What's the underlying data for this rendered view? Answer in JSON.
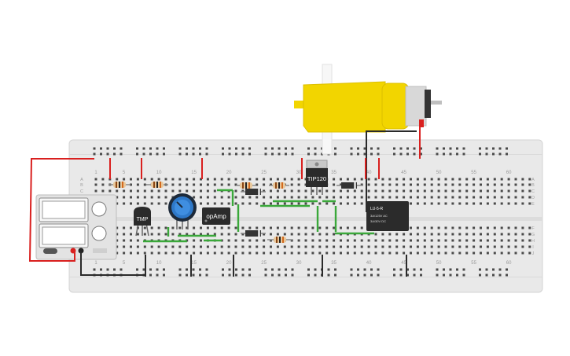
{
  "breadboard": {
    "top_numbers": [
      "1",
      "5",
      "10",
      "15",
      "20",
      "25",
      "30",
      "35",
      "40",
      "45",
      "50",
      "55",
      "60"
    ],
    "bottom_numbers": [
      "1",
      "5",
      "10",
      "15",
      "20",
      "25",
      "30",
      "35",
      "40",
      "45",
      "50",
      "55",
      "60"
    ],
    "row_letters_top": [
      "A",
      "B",
      "C",
      "D",
      "E"
    ],
    "row_letters_bottom": [
      "F",
      "G",
      "H",
      "I",
      "J"
    ]
  },
  "components": {
    "sensor_label": "TMP",
    "opamp_label": "opAmp",
    "transistor_label": "TIP120",
    "relay_label": "LU-5-R",
    "relay_line1": "3A/125V AC",
    "relay_line2": "3A/30V DC"
  },
  "colors": {
    "board": "#e9e9e9",
    "wire_red": "#d9201f",
    "wire_black": "#2a2a2a",
    "wire_green": "#3aa83a",
    "motor_yellow": "#f2d500",
    "pot_blue": "#2e78c8"
  },
  "icons": {
    "motor": "dc-gear-motor-icon",
    "power_supply": "power-supply-icon",
    "potentiometer": "potentiometer-icon"
  }
}
